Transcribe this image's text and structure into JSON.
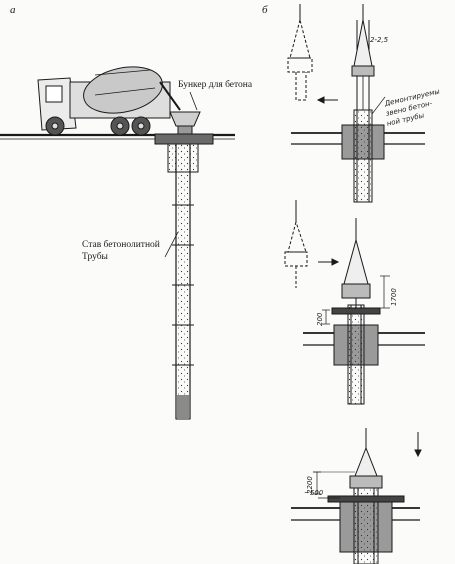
{
  "panels": {
    "a": "а",
    "b": "б"
  },
  "labels": {
    "bunker": "Бункер для бетона",
    "stav_line1": "Став бетонолитной",
    "stav_line2": "Трубы"
  },
  "handwritten": {
    "demontazh_line1": "Демонтируемы",
    "demontazh_line2": "звено бетон-",
    "demontazh_line3": "ной трубы",
    "dim_top": "2-2,5",
    "dim_1700": "1700",
    "dim_200": "200",
    "dim_2200": "2200",
    "dim_500": "~500"
  }
}
